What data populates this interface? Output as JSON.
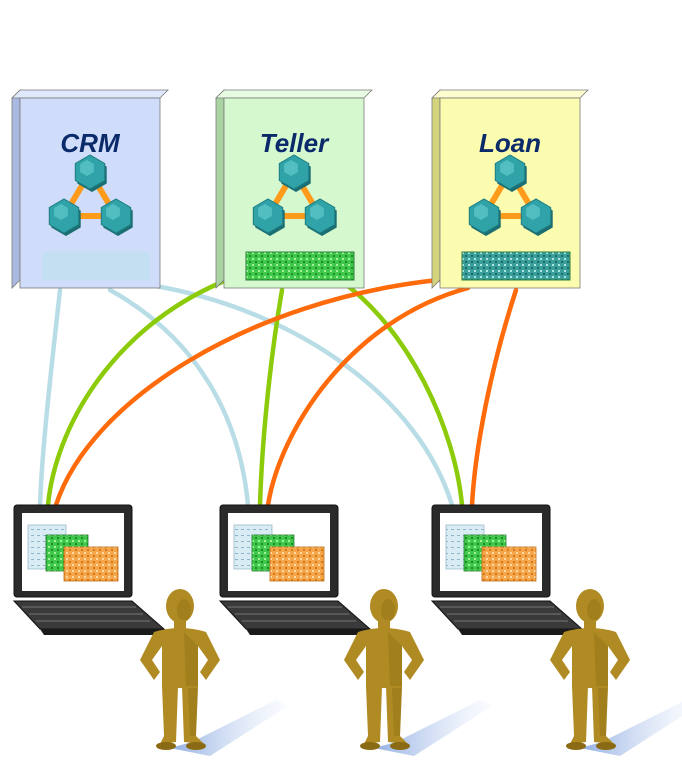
{
  "apps": [
    {
      "id": "crm",
      "label": "CRM",
      "face": "#cfdcfa",
      "side": "#aab9e2",
      "top": "#dfe8fc",
      "panel": "#bfe0ee",
      "panel_pattern": "faint"
    },
    {
      "id": "teller",
      "label": "Teller",
      "face": "#d5f8cf",
      "side": "#a9d4a1",
      "top": "#e7fbe2",
      "panel": "#3fc84a",
      "panel_pattern": "green"
    },
    {
      "id": "loan",
      "label": "Loan",
      "face": "#fcfcb0",
      "side": "#d4d47e",
      "top": "#fdfdcf",
      "panel": "#3a9e9a",
      "panel_pattern": "teal"
    }
  ],
  "connections": {
    "crm_color": "#b8dde6",
    "teller_color": "#8ccb0a",
    "loan_color": "#ff6a0a"
  },
  "users": [
    {
      "id": "user-1",
      "role": "user"
    },
    {
      "id": "user-2",
      "role": "user"
    },
    {
      "id": "user-3",
      "role": "user"
    }
  ],
  "colors": {
    "person": "#b08a22",
    "person_shadow": "#8a6a14",
    "hex_node": "#2fa3a8",
    "hex_link": "#ff9b1a",
    "laptop_body": "#2a2a2a"
  }
}
